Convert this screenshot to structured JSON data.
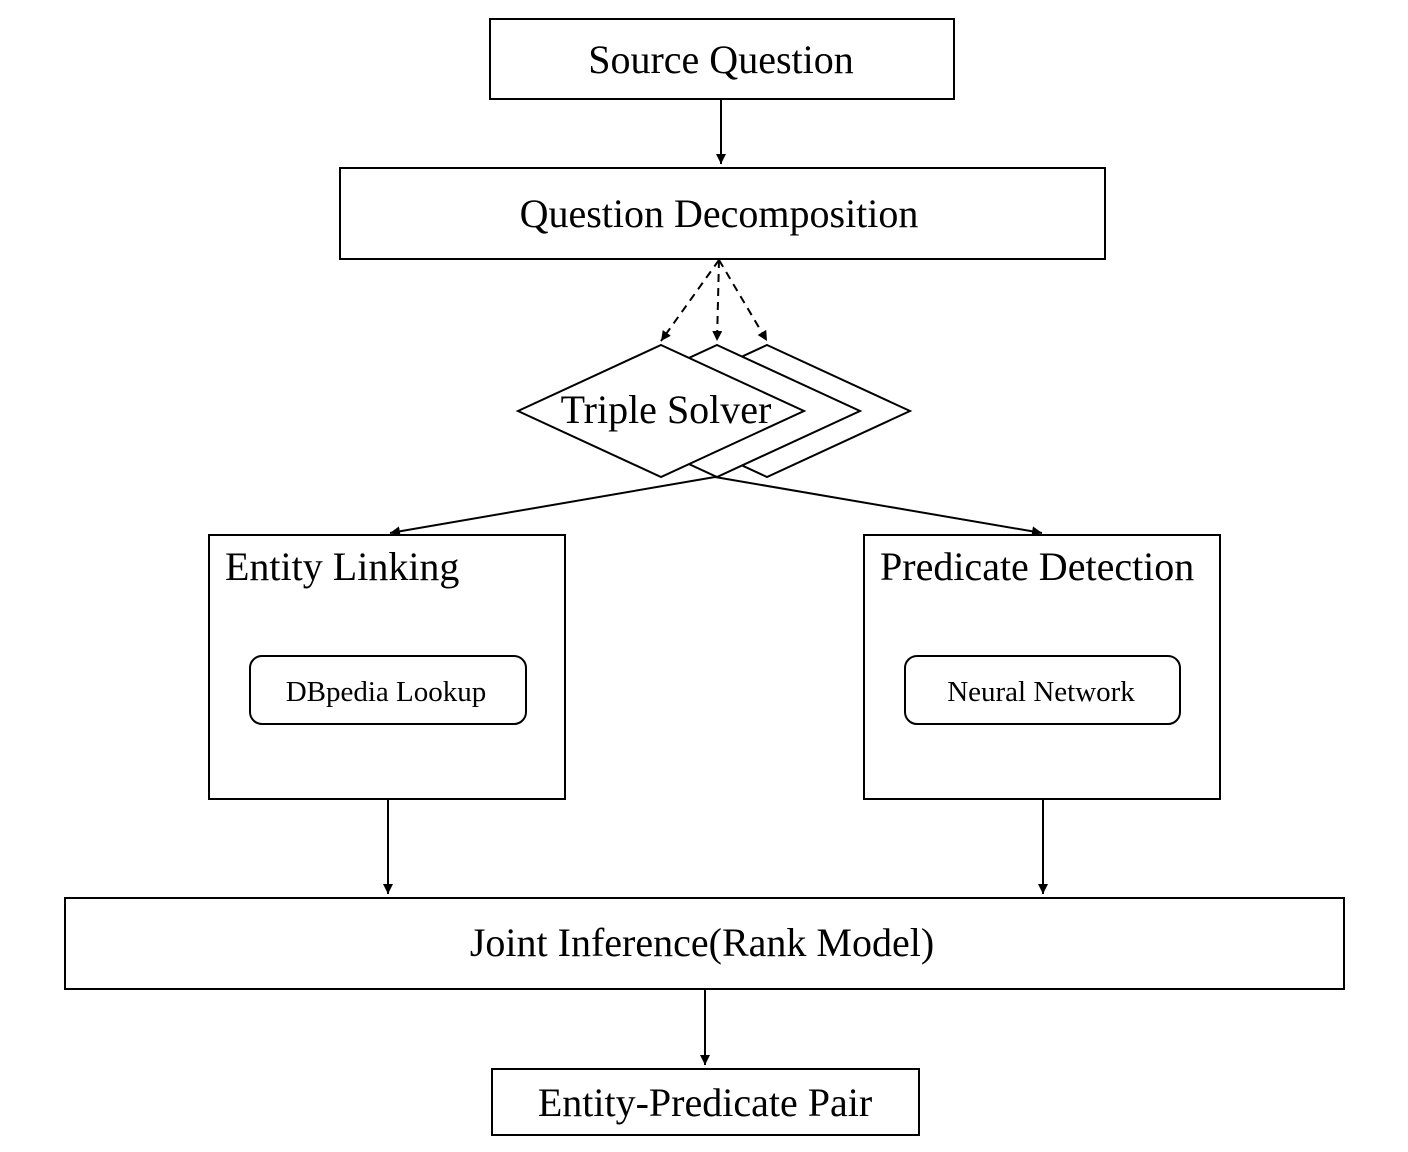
{
  "diagram": {
    "nodes": {
      "source_question": "Source Question",
      "question_decomposition": "Question Decomposition",
      "triple_solver": "Triple Solver",
      "entity_linking": "Entity Linking",
      "dbpedia_lookup": "DBpedia Lookup",
      "predicate_detection": "Predicate Detection",
      "neural_network": "Neural Network",
      "joint_inference": "Joint Inference(Rank Model)",
      "entity_predicate_pair": "Entity-Predicate Pair"
    },
    "edges": [
      {
        "from": "source_question",
        "to": "question_decomposition",
        "style": "solid"
      },
      {
        "from": "question_decomposition",
        "to": "triple_solver",
        "style": "dashed",
        "count": 3
      },
      {
        "from": "triple_solver",
        "to": "entity_linking",
        "style": "solid"
      },
      {
        "from": "triple_solver",
        "to": "predicate_detection",
        "style": "solid"
      },
      {
        "from": "entity_linking",
        "to": "joint_inference",
        "style": "solid"
      },
      {
        "from": "predicate_detection",
        "to": "joint_inference",
        "style": "solid"
      },
      {
        "from": "joint_inference",
        "to": "entity_predicate_pair",
        "style": "solid"
      }
    ],
    "colors": {
      "stroke": "#000000",
      "background": "#ffffff"
    }
  }
}
